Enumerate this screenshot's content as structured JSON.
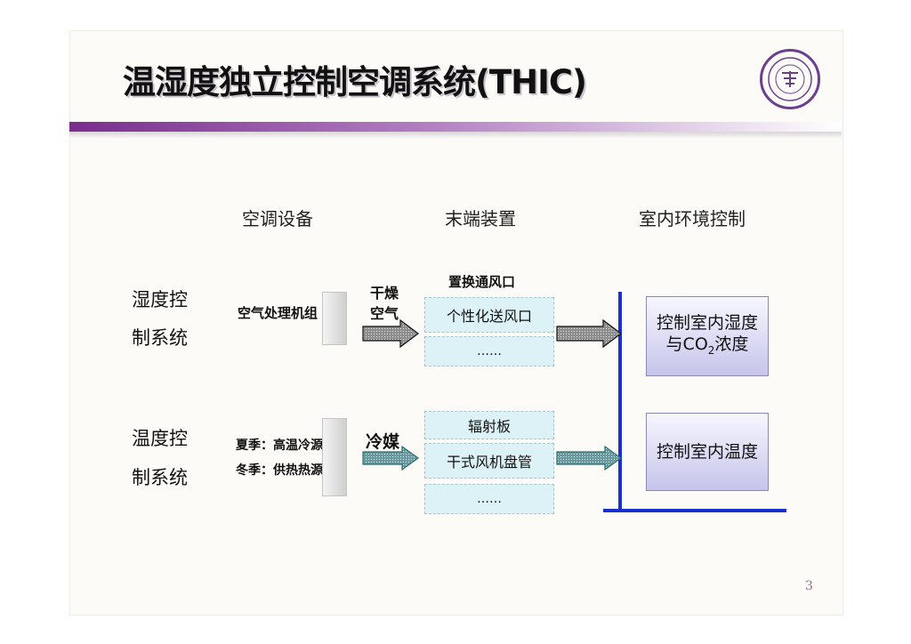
{
  "title": "温湿度独立控制空调系统(THIC)",
  "column_headers": {
    "equipment": "空调设备",
    "terminal": "末端装置",
    "indoor": "室内环境控制"
  },
  "humidity_system": {
    "label_line1": "湿度控",
    "label_line2": "制系统",
    "equipment": "空气处理机组",
    "medium_line1": "干燥",
    "medium_line2": "空气",
    "terminal_top": "置换通风口",
    "terminal_mid": "个性化送风口",
    "terminal_bottom": "……",
    "target_line1": "控制室内湿度",
    "target_line2_prefix": "与CO",
    "target_line2_sub": "2",
    "target_line2_suffix": "浓度"
  },
  "temperature_system": {
    "label_line1": "温度控",
    "label_line2": "制系统",
    "equipment_line1": "夏季：高温冷源",
    "equipment_line2": "冬季：供热热源",
    "medium": "冷媒",
    "terminal_top": "辐射板",
    "terminal_mid": "干式风机盘管",
    "terminal_bottom": "……",
    "target": "控制室内温度"
  },
  "page_number": "3",
  "colors": {
    "accent": "#7a2e8e",
    "axis": "#1a2fd0",
    "arrow_air": "#9a9a9a",
    "arrow_refrigerant": "#3a9090"
  },
  "icons": {
    "seal": "university-seal-icon"
  }
}
